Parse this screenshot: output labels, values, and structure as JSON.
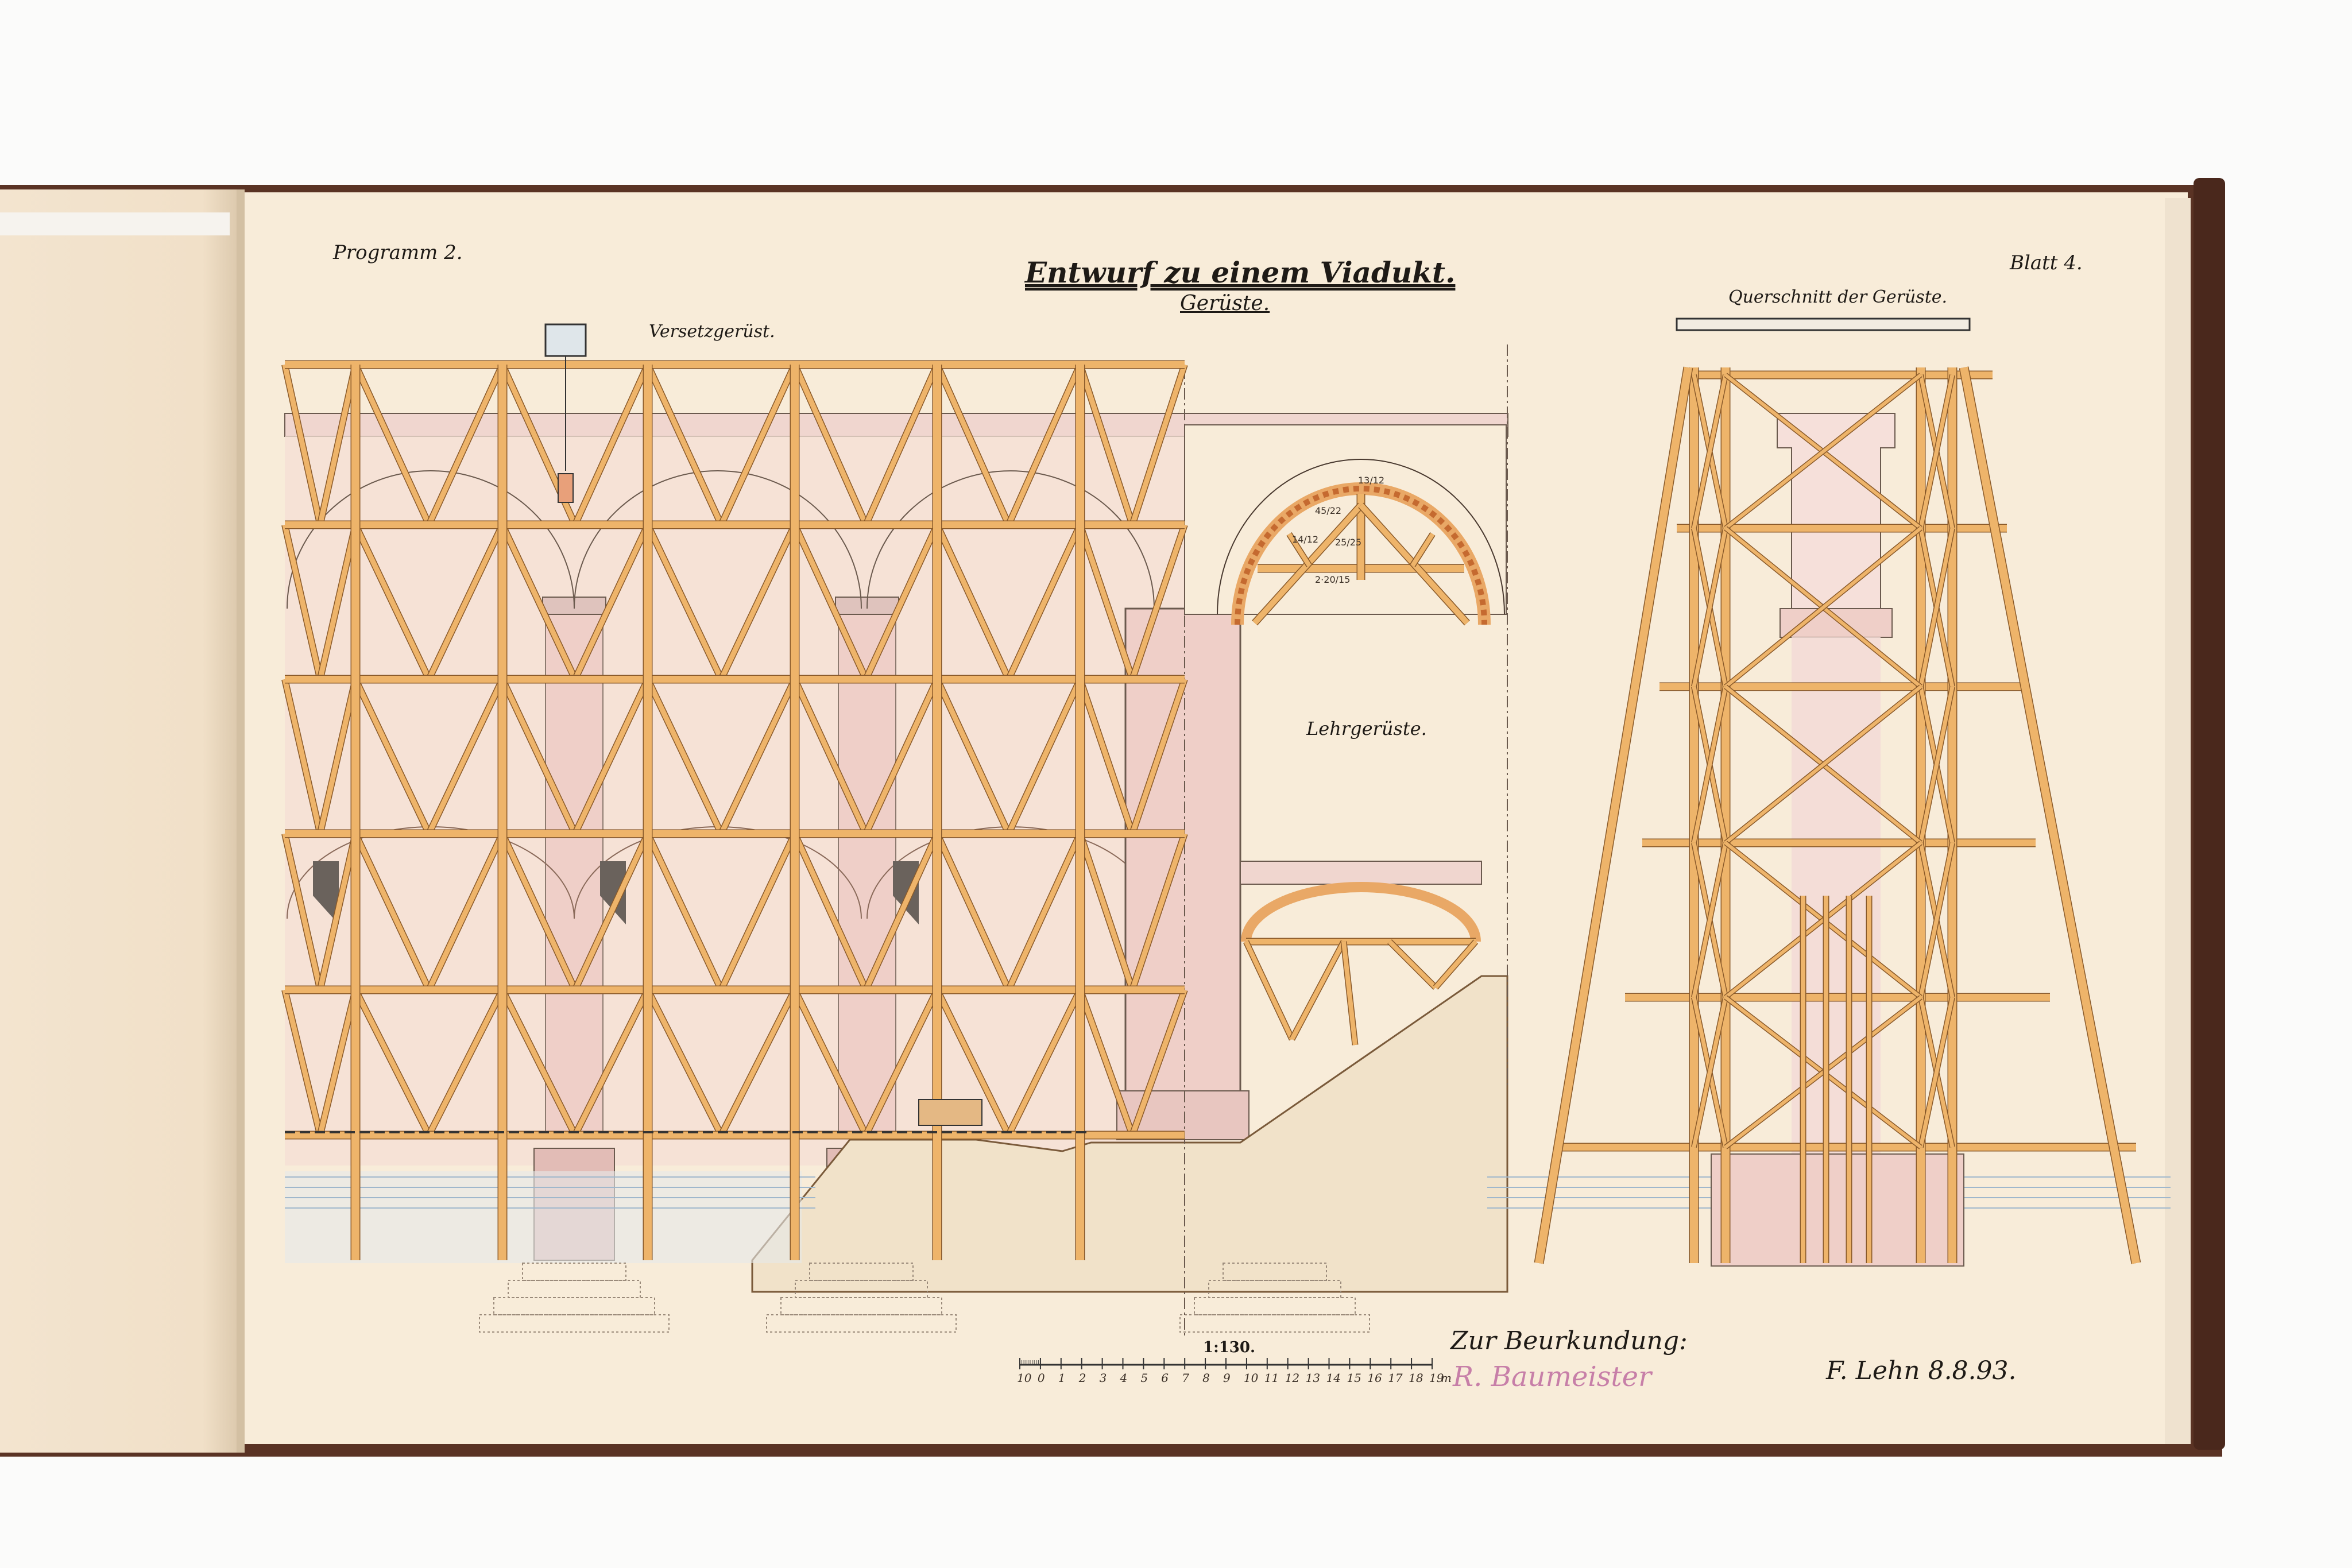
{
  "sheet": {
    "program": "Programm 2.",
    "sheet_number": "Blatt 4.",
    "title": "Entwurf zu einem Viadukt.",
    "subtitle": "Gerüste."
  },
  "views": {
    "elevation_label": "Versetzgerüst.",
    "centering_label": "Lehrgerüste.",
    "cross_section_label": "Querschnitt der Gerüste."
  },
  "arch_timber_labels": [
    "13/12",
    "45/22",
    "14/12",
    "25/25",
    "2·20/15"
  ],
  "scale": {
    "ratio": "1:130.",
    "ticks": [
      "10",
      "0",
      "1",
      "2",
      "3",
      "4",
      "5",
      "6",
      "7",
      "8",
      "9",
      "10",
      "11",
      "12",
      "13",
      "14",
      "15",
      "16",
      "17",
      "18",
      "19"
    ],
    "unit": "m"
  },
  "signoff": {
    "attest_label": "Zur Beurkundung:",
    "attest_signature": "R. Baumeister",
    "author_date": "F. Lehn 8.8.93."
  },
  "colors": {
    "paper": "#f8ecd9",
    "timber": "#eeb46a",
    "masonry": "#efcfc8",
    "water": "#9fb7cc",
    "cover": "#5a3324"
  }
}
